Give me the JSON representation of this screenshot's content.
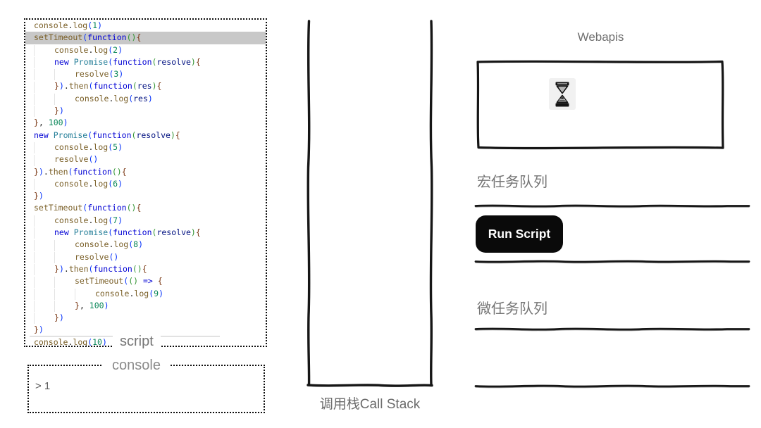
{
  "script_panel": {
    "label": "script",
    "lines": [
      {
        "ind": 0,
        "hl": false,
        "t": [
          [
            "fn",
            "console"
          ],
          [
            "pln",
            "."
          ],
          [
            "fn",
            "log"
          ],
          [
            "br1",
            "("
          ],
          [
            "num",
            "1"
          ],
          [
            "br1",
            ")"
          ]
        ]
      },
      {
        "ind": 0,
        "hl": true,
        "t": [
          [
            "fn",
            "setTimeout"
          ],
          [
            "br1",
            "("
          ],
          [
            "kw",
            "function"
          ],
          [
            "br2",
            "("
          ],
          [
            "br2",
            ")"
          ],
          [
            "br3",
            "{"
          ]
        ]
      },
      {
        "ind": 1,
        "hl": false,
        "t": [
          [
            "fn",
            "console"
          ],
          [
            "pln",
            "."
          ],
          [
            "fn",
            "log"
          ],
          [
            "br1",
            "("
          ],
          [
            "num",
            "2"
          ],
          [
            "br1",
            ")"
          ]
        ]
      },
      {
        "ind": 1,
        "hl": false,
        "t": [
          [
            "kw",
            "new"
          ],
          [
            "pln",
            " "
          ],
          [
            "cls",
            "Promise"
          ],
          [
            "br1",
            "("
          ],
          [
            "kw",
            "function"
          ],
          [
            "br2",
            "("
          ],
          [
            "prm",
            "resolve"
          ],
          [
            "br2",
            ")"
          ],
          [
            "br3",
            "{"
          ]
        ]
      },
      {
        "ind": 2,
        "hl": false,
        "t": [
          [
            "fn",
            "resolve"
          ],
          [
            "br1",
            "("
          ],
          [
            "num",
            "3"
          ],
          [
            "br1",
            ")"
          ]
        ]
      },
      {
        "ind": 1,
        "hl": false,
        "t": [
          [
            "br3",
            "}"
          ],
          [
            "br1",
            ")"
          ],
          [
            "pln",
            "."
          ],
          [
            "fn",
            "then"
          ],
          [
            "br1",
            "("
          ],
          [
            "kw",
            "function"
          ],
          [
            "br2",
            "("
          ],
          [
            "prm",
            "res"
          ],
          [
            "br2",
            ")"
          ],
          [
            "br3",
            "{"
          ]
        ]
      },
      {
        "ind": 2,
        "hl": false,
        "t": [
          [
            "fn",
            "console"
          ],
          [
            "pln",
            "."
          ],
          [
            "fn",
            "log"
          ],
          [
            "br1",
            "("
          ],
          [
            "prm",
            "res"
          ],
          [
            "br1",
            ")"
          ]
        ]
      },
      {
        "ind": 1,
        "hl": false,
        "t": [
          [
            "br3",
            "}"
          ],
          [
            "br1",
            ")"
          ]
        ]
      },
      {
        "ind": 0,
        "hl": false,
        "t": [
          [
            "br3",
            "}"
          ],
          [
            "pln",
            ", "
          ],
          [
            "num",
            "100"
          ],
          [
            "br1",
            ")"
          ]
        ]
      },
      {
        "ind": 0,
        "hl": false,
        "t": [
          [
            "kw",
            "new"
          ],
          [
            "pln",
            " "
          ],
          [
            "cls",
            "Promise"
          ],
          [
            "br1",
            "("
          ],
          [
            "kw",
            "function"
          ],
          [
            "br2",
            "("
          ],
          [
            "prm",
            "resolve"
          ],
          [
            "br2",
            ")"
          ],
          [
            "br3",
            "{"
          ]
        ]
      },
      {
        "ind": 1,
        "hl": false,
        "t": [
          [
            "fn",
            "console"
          ],
          [
            "pln",
            "."
          ],
          [
            "fn",
            "log"
          ],
          [
            "br1",
            "("
          ],
          [
            "num",
            "5"
          ],
          [
            "br1",
            ")"
          ]
        ]
      },
      {
        "ind": 1,
        "hl": false,
        "t": [
          [
            "fn",
            "resolve"
          ],
          [
            "br1",
            "("
          ],
          [
            "br1",
            ")"
          ]
        ]
      },
      {
        "ind": 0,
        "hl": false,
        "t": [
          [
            "br3",
            "}"
          ],
          [
            "br1",
            ")"
          ],
          [
            "pln",
            "."
          ],
          [
            "fn",
            "then"
          ],
          [
            "br1",
            "("
          ],
          [
            "kw",
            "function"
          ],
          [
            "br2",
            "("
          ],
          [
            "br2",
            ")"
          ],
          [
            "br3",
            "{"
          ]
        ]
      },
      {
        "ind": 1,
        "hl": false,
        "t": [
          [
            "fn",
            "console"
          ],
          [
            "pln",
            "."
          ],
          [
            "fn",
            "log"
          ],
          [
            "br1",
            "("
          ],
          [
            "num",
            "6"
          ],
          [
            "br1",
            ")"
          ]
        ]
      },
      {
        "ind": 0,
        "hl": false,
        "t": [
          [
            "br3",
            "}"
          ],
          [
            "br1",
            ")"
          ]
        ]
      },
      {
        "ind": 0,
        "hl": false,
        "t": [
          [
            "fn",
            "setTimeout"
          ],
          [
            "br1",
            "("
          ],
          [
            "kw",
            "function"
          ],
          [
            "br2",
            "("
          ],
          [
            "br2",
            ")"
          ],
          [
            "br3",
            "{"
          ]
        ]
      },
      {
        "ind": 1,
        "hl": false,
        "t": [
          [
            "fn",
            "console"
          ],
          [
            "pln",
            "."
          ],
          [
            "fn",
            "log"
          ],
          [
            "br1",
            "("
          ],
          [
            "num",
            "7"
          ],
          [
            "br1",
            ")"
          ]
        ]
      },
      {
        "ind": 1,
        "hl": false,
        "t": [
          [
            "kw",
            "new"
          ],
          [
            "pln",
            " "
          ],
          [
            "cls",
            "Promise"
          ],
          [
            "br1",
            "("
          ],
          [
            "kw",
            "function"
          ],
          [
            "br2",
            "("
          ],
          [
            "prm",
            "resolve"
          ],
          [
            "br2",
            ")"
          ],
          [
            "br3",
            "{"
          ]
        ]
      },
      {
        "ind": 2,
        "hl": false,
        "t": [
          [
            "fn",
            "console"
          ],
          [
            "pln",
            "."
          ],
          [
            "fn",
            "log"
          ],
          [
            "br1",
            "("
          ],
          [
            "num",
            "8"
          ],
          [
            "br1",
            ")"
          ]
        ]
      },
      {
        "ind": 2,
        "hl": false,
        "t": [
          [
            "fn",
            "resolve"
          ],
          [
            "br1",
            "("
          ],
          [
            "br1",
            ")"
          ]
        ]
      },
      {
        "ind": 1,
        "hl": false,
        "t": [
          [
            "br3",
            "}"
          ],
          [
            "br1",
            ")"
          ],
          [
            "pln",
            "."
          ],
          [
            "fn",
            "then"
          ],
          [
            "br1",
            "("
          ],
          [
            "kw",
            "function"
          ],
          [
            "br2",
            "("
          ],
          [
            "br2",
            ")"
          ],
          [
            "br3",
            "{"
          ]
        ]
      },
      {
        "ind": 2,
        "hl": false,
        "t": [
          [
            "fn",
            "setTimeout"
          ],
          [
            "br1",
            "("
          ],
          [
            "br2",
            "("
          ],
          [
            "br2",
            ")"
          ],
          [
            "pln",
            " "
          ],
          [
            "kw",
            "=>"
          ],
          [
            "pln",
            " "
          ],
          [
            "br3",
            "{"
          ]
        ]
      },
      {
        "ind": 3,
        "hl": false,
        "t": [
          [
            "fn",
            "console"
          ],
          [
            "pln",
            "."
          ],
          [
            "fn",
            "log"
          ],
          [
            "br1",
            "("
          ],
          [
            "num",
            "9"
          ],
          [
            "br1",
            ")"
          ]
        ]
      },
      {
        "ind": 2,
        "hl": false,
        "t": [
          [
            "br3",
            "}"
          ],
          [
            "pln",
            ", "
          ],
          [
            "num",
            "100"
          ],
          [
            "br1",
            ")"
          ]
        ]
      },
      {
        "ind": 1,
        "hl": false,
        "t": [
          [
            "br3",
            "}"
          ],
          [
            "br1",
            ")"
          ]
        ]
      },
      {
        "ind": 0,
        "hl": false,
        "t": [
          [
            "br3",
            "}"
          ],
          [
            "br1",
            ")"
          ]
        ]
      },
      {
        "ind": 0,
        "hl": false,
        "t": [
          [
            "fn",
            "console"
          ],
          [
            "pln",
            "."
          ],
          [
            "fn",
            "log"
          ],
          [
            "br1",
            "("
          ],
          [
            "num",
            "10"
          ],
          [
            "br1",
            ")"
          ]
        ]
      }
    ]
  },
  "console_panel": {
    "label": "console",
    "output": "> 1"
  },
  "call_stack": {
    "label": "调用栈Call Stack"
  },
  "webapis": {
    "label": "Webapis",
    "icon": "hourglass-icon"
  },
  "queues": {
    "macro_label": "宏任务队列",
    "micro_label": "微任务队列"
  },
  "run_button": {
    "label": "Run Script"
  },
  "colors": {
    "syntax_function": "#795E26",
    "syntax_keyword": "#0000D4",
    "syntax_class": "#267F99",
    "syntax_number": "#098658",
    "syntax_param": "#001080",
    "bracket_blue": "#0431FA",
    "bracket_green": "#319331",
    "bracket_brown": "#7B3814",
    "highlight_line_bg": "#C8C8C8",
    "label_gray": "#757575",
    "button_bg": "#0A0A0A",
    "button_text": "#FFFFFF",
    "sketch_stroke": "#161616"
  }
}
